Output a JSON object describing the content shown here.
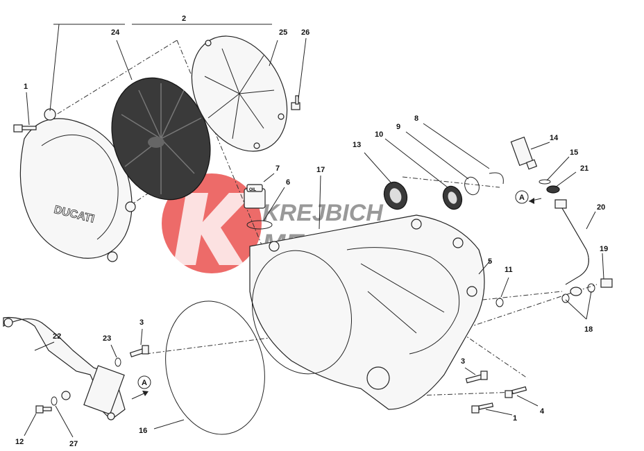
{
  "diagram": {
    "callouts": [
      {
        "id": "c1a",
        "text": "1"
      },
      {
        "id": "c2",
        "text": "2"
      },
      {
        "id": "c24",
        "text": "24"
      },
      {
        "id": "c25",
        "text": "25"
      },
      {
        "id": "c26",
        "text": "26"
      },
      {
        "id": "c7",
        "text": "7"
      },
      {
        "id": "c6",
        "text": "6"
      },
      {
        "id": "c17",
        "text": "17"
      },
      {
        "id": "c13",
        "text": "13"
      },
      {
        "id": "c10",
        "text": "10"
      },
      {
        "id": "c9",
        "text": "9"
      },
      {
        "id": "c8",
        "text": "8"
      },
      {
        "id": "c14",
        "text": "14"
      },
      {
        "id": "c15",
        "text": "15"
      },
      {
        "id": "c21",
        "text": "21"
      },
      {
        "id": "c20",
        "text": "20"
      },
      {
        "id": "c19",
        "text": "19"
      },
      {
        "id": "c18",
        "text": "18"
      },
      {
        "id": "c5",
        "text": "5"
      },
      {
        "id": "c11",
        "text": "11"
      },
      {
        "id": "c22",
        "text": "22"
      },
      {
        "id": "c23",
        "text": "23"
      },
      {
        "id": "c3a",
        "text": "3"
      },
      {
        "id": "c3b",
        "text": "3"
      },
      {
        "id": "c4",
        "text": "4"
      },
      {
        "id": "c1b",
        "text": "1"
      },
      {
        "id": "c12",
        "text": "12"
      },
      {
        "id": "c27",
        "text": "27"
      },
      {
        "id": "c16",
        "text": "16"
      }
    ],
    "ref_marker_a": "A",
    "ref_marker_b": "A",
    "cover_logo": "DUCATI",
    "oil_cap_text": "OIL"
  },
  "watermark": {
    "line1": "KREJBICH",
    "line2": "MECCANICA",
    "colors": {
      "logo_red": "#e8413f",
      "text": "#777777"
    }
  }
}
